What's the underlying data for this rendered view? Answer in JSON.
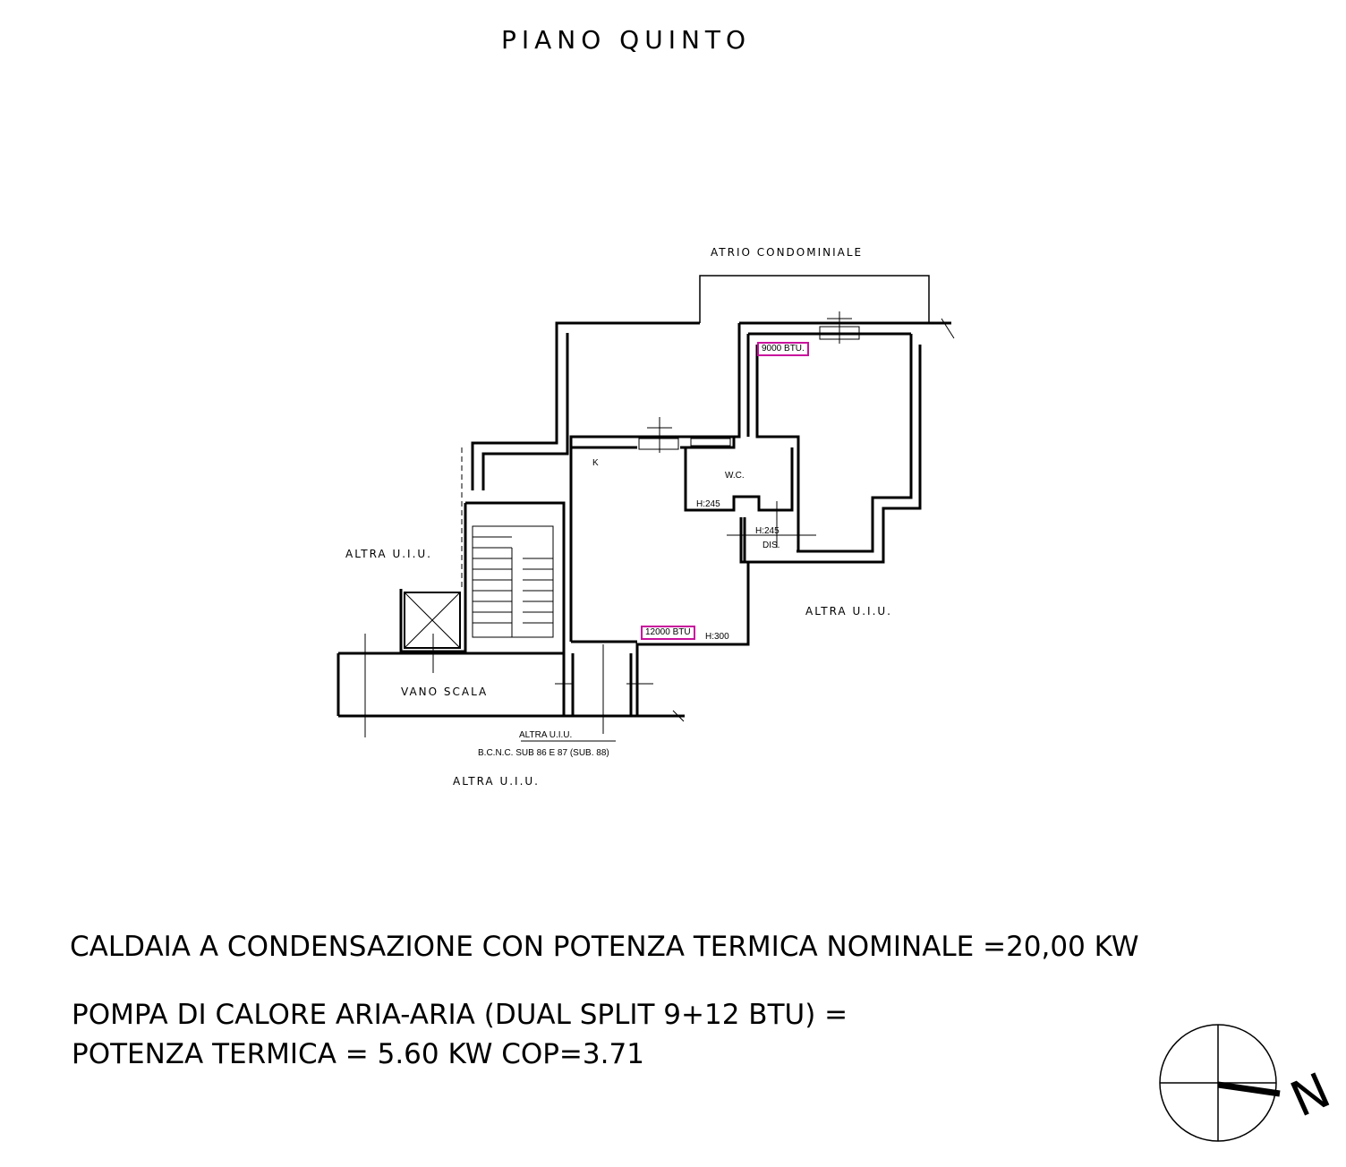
{
  "title": "PIANO QUINTO",
  "labels": {
    "atrio": "ATRIO CONDOMINIALE",
    "altra_left": "ALTRA U.I.U.",
    "altra_right": "ALTRA U.I.U.",
    "altra_bottom": "ALTRA U.I.U.",
    "altra_small": "ALTRA U.I.U.",
    "bcnc": "B.C.N.C. SUB 86 E 87 (SUB. 88)",
    "vano_scala": "VANO SCALA",
    "wc": "W.C.",
    "dis": "DIS.",
    "k": "K",
    "h245_a": "H:245",
    "h245_b": "H:245",
    "h300": "H:300"
  },
  "btu_tags": {
    "top": "9000 BTU.",
    "bottom": "12000 BTU"
  },
  "notes": {
    "line1": "CALDAIA A CONDENSAZIONE CON POTENZA TERMICA NOMINALE =20,00 KW",
    "line2": "POMPA DI CALORE ARIA-ARIA (DUAL SPLIT 9+12 BTU) =",
    "line3": "POTENZA TERMICA = 5.60 KW COP=3.71"
  },
  "compass": {
    "north_letter": "N"
  },
  "colors": {
    "btu_border": "#c8109c",
    "line": "#000000"
  }
}
